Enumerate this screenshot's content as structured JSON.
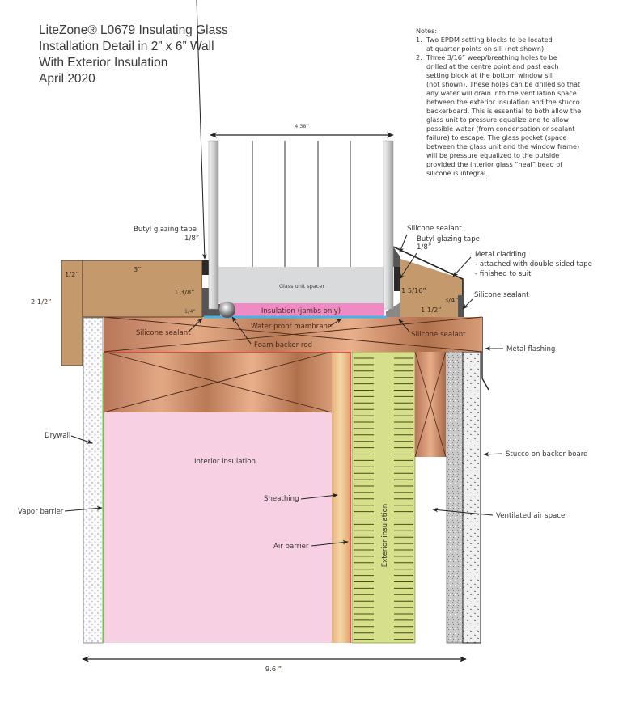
{
  "title": {
    "lines": [
      "LiteZone® L0679 Insulating Glass",
      "Installation Detail in 2” x 6” Wall",
      "With Exterior Insulation",
      "April 2020"
    ]
  },
  "notes": {
    "heading": "Notes:",
    "items": [
      {
        "number": "1.",
        "lines": [
          "Two EPDM setting blocks to be located",
          "at quarter points on sill (not shown)."
        ]
      },
      {
        "number": "2.",
        "lines": [
          "Three 3/16” weep/breathing holes to be",
          "drilled at the centre point and past each",
          "setting block at the bottom window sill",
          "(not shown). These holes can be drilled so that",
          "any water will drain into the ventilation space",
          "between the exterior insulation and the stucco",
          "backerboard.  This is essential to both allow the",
          "glass unit to pressure equalize and to allow",
          "possible water (from condensation or sealant",
          "failure) to escape. The glass pocket (space",
          "between the glass unit and the window frame)",
          "will be pressure equalized to the outside",
          "provided the interior glass “heal” bead of",
          "silicone is integral."
        ]
      }
    ]
  },
  "dimensions": {
    "glass_width": "4.38”",
    "wall_width": "9.6 ”",
    "sill_height": "2 1/2”",
    "interior_stop_thickness": "1/2”",
    "interior_sill_depth": "3”",
    "interior_stop_height": "1 3/8”",
    "interior_gap": "1/4”",
    "exterior_stop_height": "1 5/16”",
    "exterior_stop_front": "3/4”",
    "exterior_stop_depth": "1 1/2”"
  },
  "labels": {
    "butyl_tape_left": "Butyl glazing tape",
    "butyl_tape_left_size": "1/8”",
    "silicone_top_right": "Silicone sealant",
    "butyl_tape_right": "Butyl glazing tape",
    "butyl_tape_right_size": "1/8”",
    "metal_cladding": "Metal cladding",
    "metal_cladding_note1": "- attached with double sided tape",
    "metal_cladding_note2": "- finished to suit",
    "silicone_right": "Silicone sealant",
    "glass_spacer": "Glass unit spacer",
    "insulation_jambs": "Insulation (jambs only)",
    "waterproof_membrane": "Water proof mambrane",
    "silicone_left": "Silicone sealant",
    "silicone_bottom_right": "Silicone sealant",
    "foam_backer_rod": "Foam backer rod",
    "metal_flashing": "Metal flashing",
    "drywall": "Drywall",
    "interior_insulation": "Interior insulation",
    "vapor_barrier": "Vapor barrier",
    "sheathing": "Sheathing",
    "air_barrier": "Air barrier",
    "exterior_insulation": "Exterior insulation",
    "stucco": "Stucco on backer board",
    "ventilated_air_space": "Ventilated air space"
  },
  "colors": {
    "wood_sill": "#c49a6c",
    "lumber": "#c98a63",
    "interior_insulation": "#f7cfe3",
    "jamb_insulation": "#f08ac4",
    "exterior_insulation": "#d6e08a",
    "membrane": "#3fb6e6",
    "glass_spacer": "#d9dadc",
    "vapor_barrier": "#6cc24a",
    "air_barrier": "#e0302a"
  }
}
